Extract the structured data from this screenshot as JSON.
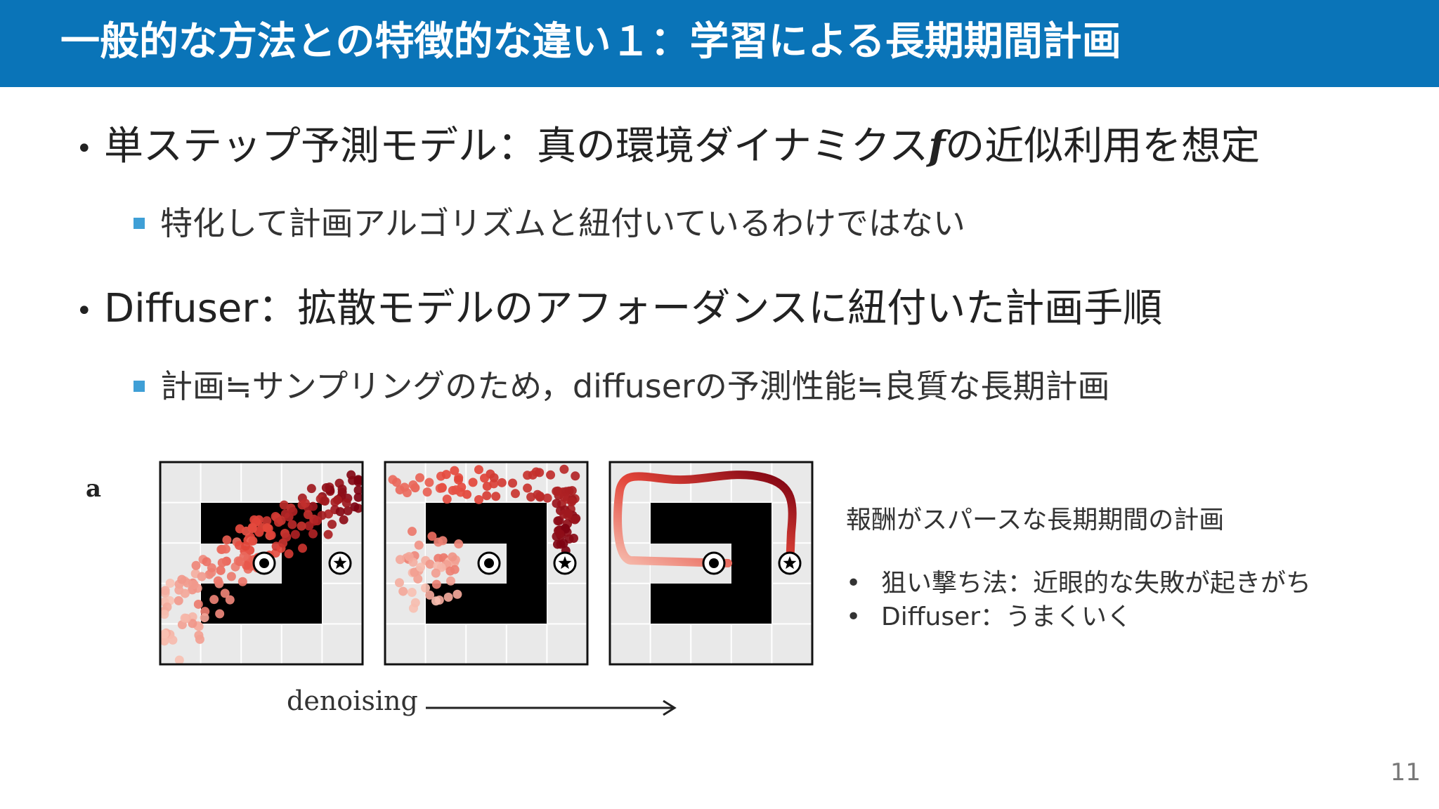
{
  "slide": {
    "title": "一般的な方法との特徴的な違い１：学習による長期期間計画",
    "bullets": [
      {
        "text_before": "単ステップ予測モデル：真の環境ダイナミクス",
        "symbol": "f",
        "text_after": "の近似利用を想定",
        "sub": "特化して計画アルゴリズムと紐付いているわけではない"
      },
      {
        "text_before": "Diffuser：拡散モデルのアフォーダンスに紐付いた計画手順",
        "sub": "計画≒サンプリングのため，diffuserの予測性能≒良質な長期計画"
      }
    ],
    "figure": {
      "panel_label": "a",
      "axis_label": "denoising"
    },
    "note": {
      "title": "報酬がスパースな長期期間の計画",
      "items": [
        "狙い撃ち法：近眼的な失敗が起きがち",
        "Diffuser：うまくいく"
      ]
    },
    "page_number": "11"
  },
  "colors": {
    "header_bg": "#0a74b8",
    "sub_bullet": "#3f9fd6",
    "trajectory_start": "#f4b6a6",
    "trajectory_end": "#7a0010"
  },
  "icons": {
    "start": "circle-target-icon",
    "goal": "star-goal-icon"
  }
}
